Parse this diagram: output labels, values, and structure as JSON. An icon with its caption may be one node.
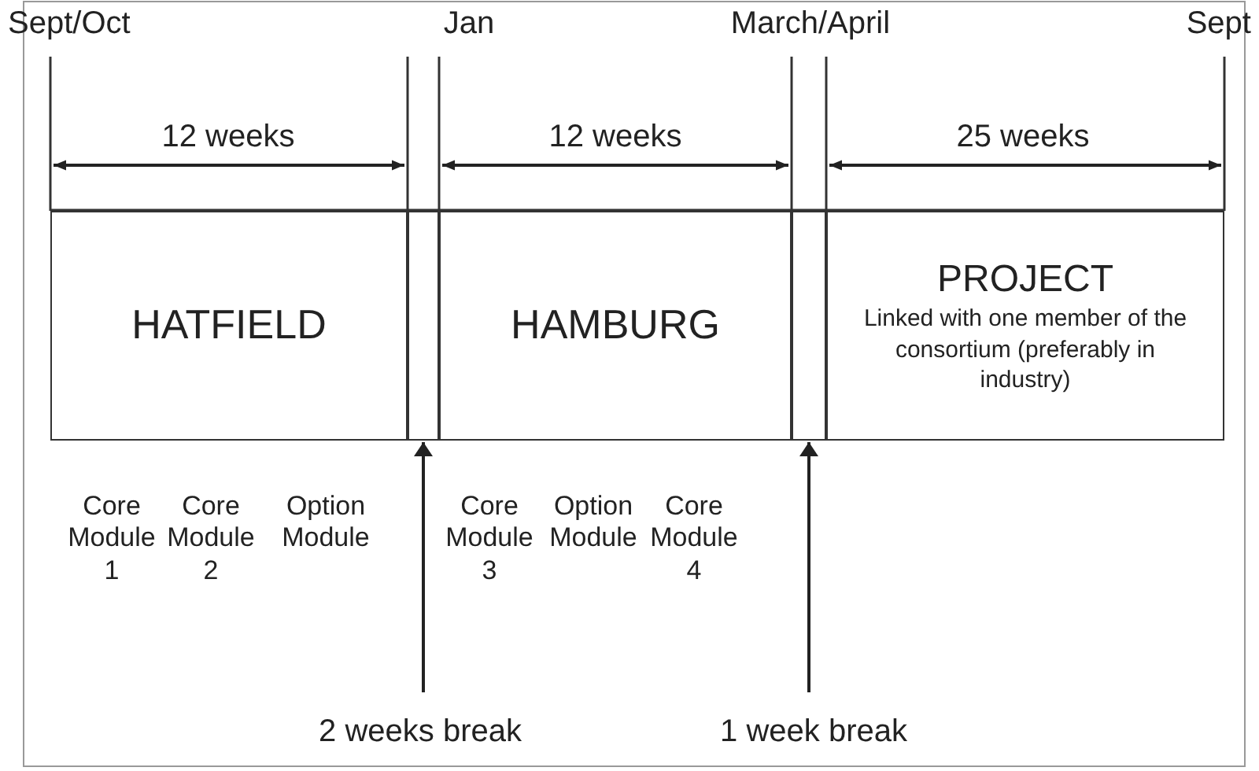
{
  "diagram": {
    "nodes": [
      {
        "text": [
          "HATFIELD"
        ]
      },
      {
        "text": [],
        "shape": "box"
      },
      {
        "text": [
          "HAMBURG"
        ]
      },
      {
        "text": [],
        "shape": "box"
      },
      {
        "text": [
          "PROJECT",
          "Linked with one member of the consortium (preferably in industry)"
        ]
      },
      {
        "text": [
          "2 weeks break"
        ]
      },
      {
        "text": [
          "1 week break"
        ]
      }
    ],
    "edges": [
      {
        "from": 5,
        "to": 1,
        "arrow": "to"
      },
      {
        "from": 6,
        "to": 3,
        "arrow": "to"
      }
    ],
    "labels": [
      "Sept/Oct",
      "Jan",
      "March/April",
      "Sept",
      "12 weeks",
      "12 weeks",
      "25 weeks",
      "Core Module 1",
      "Core Module 2",
      "Option Module",
      "Core Module 3",
      "Option Module",
      "Core Module 4"
    ]
  }
}
